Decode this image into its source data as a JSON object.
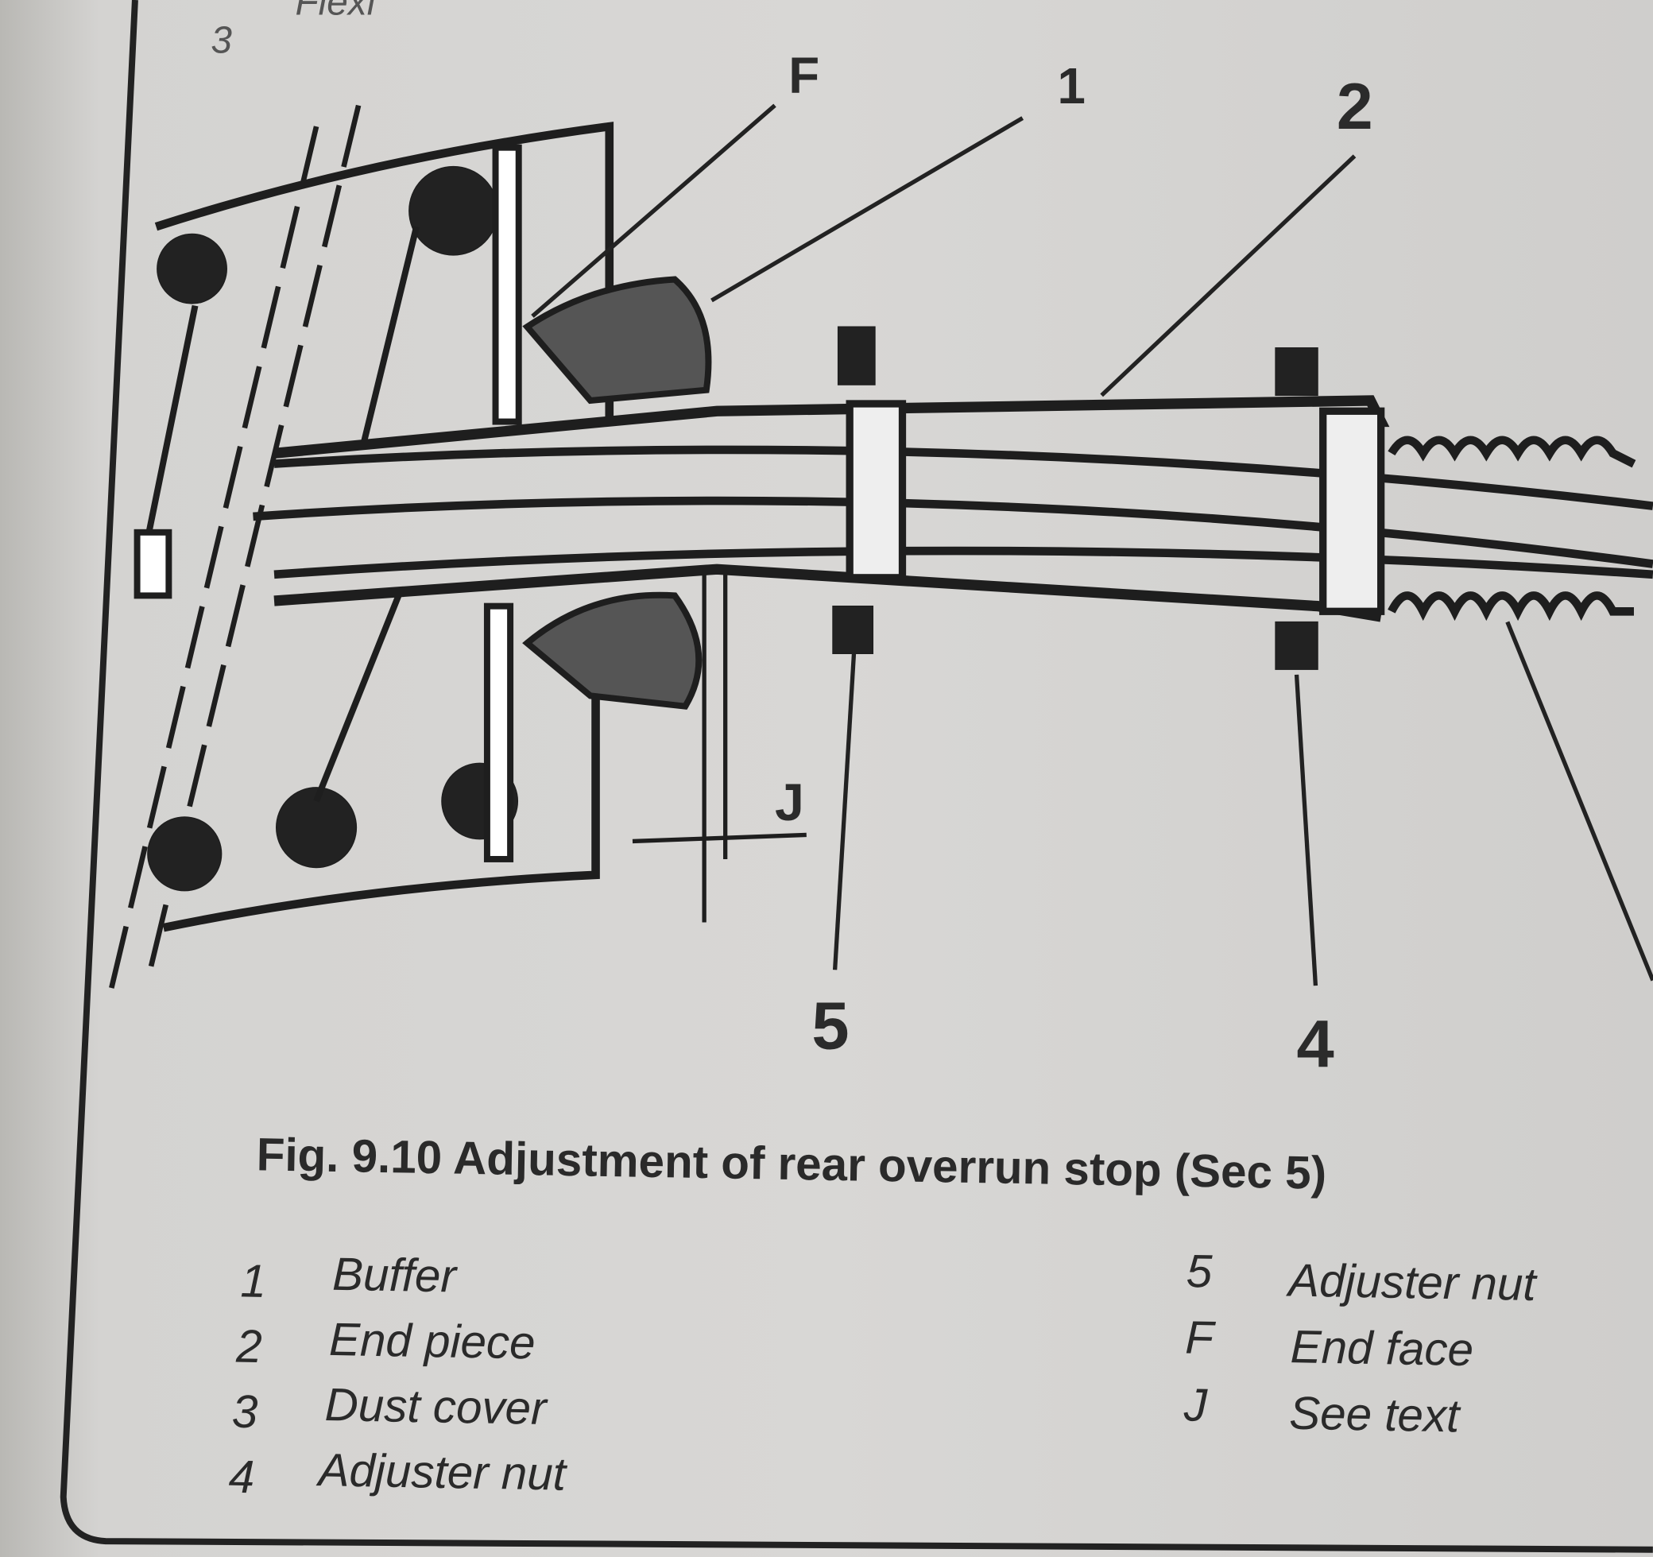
{
  "header_fragment": {
    "number": "3",
    "text": "Flexi"
  },
  "callouts": {
    "F": "F",
    "c1": "1",
    "c2": "2",
    "c4": "4",
    "c5": "5",
    "J": "J"
  },
  "caption": "Fig. 9.10 Adjustment of rear overrun stop (Sec 5)",
  "legend": [
    {
      "key": "1",
      "label": "Buffer"
    },
    {
      "key": "2",
      "label": "End piece"
    },
    {
      "key": "3",
      "label": "Dust cover"
    },
    {
      "key": "4",
      "label": "Adjuster nut"
    },
    {
      "key": "5",
      "label": "Adjuster nut"
    },
    {
      "key": "F",
      "label": "End face"
    },
    {
      "key": "J",
      "label": "See text"
    }
  ]
}
